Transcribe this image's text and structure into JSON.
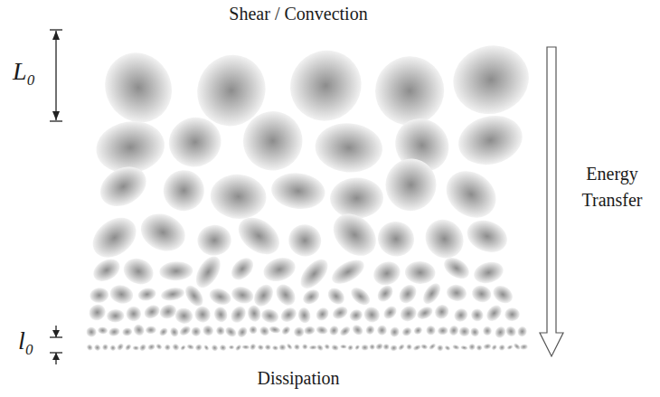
{
  "diagram": {
    "labels": [
      "Shear / Convection",
      "L₀",
      "Energy Transfer",
      "l₀",
      "Dissipation"
    ]
  }
}
